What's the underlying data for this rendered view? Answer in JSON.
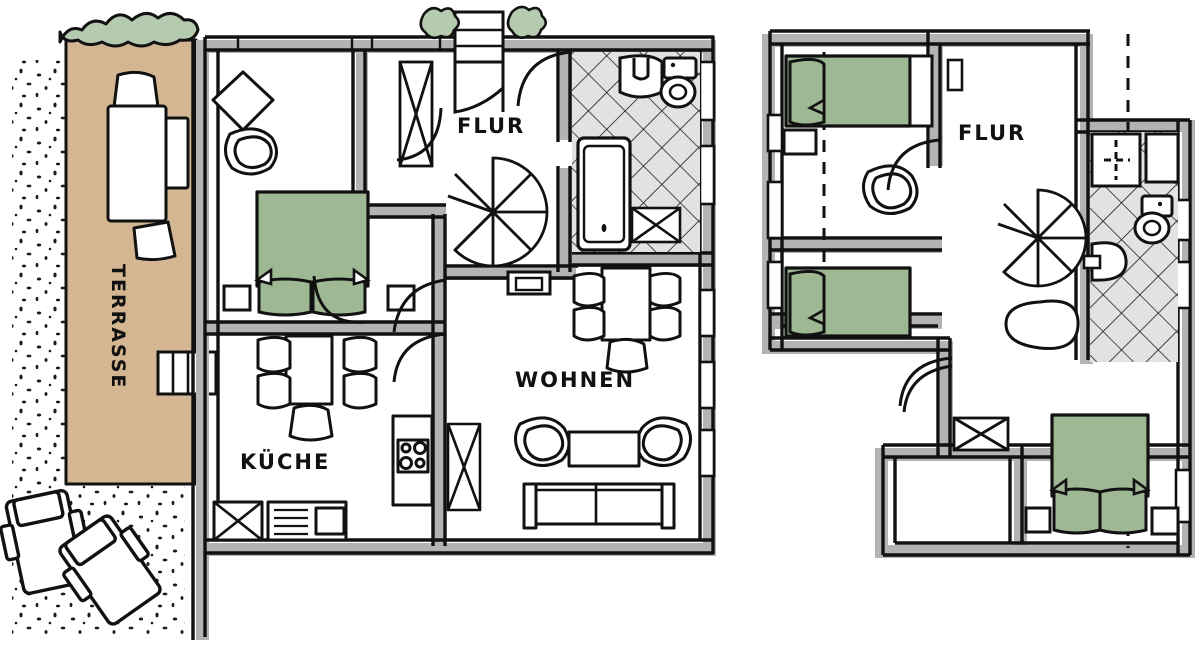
{
  "document": {
    "type": "architectural-floor-plan",
    "style": "hand-drawn sketch",
    "language": "de",
    "plans": [
      {
        "id": "ground-floor",
        "position": "left"
      },
      {
        "id": "upper-floor",
        "position": "right"
      }
    ]
  },
  "colors": {
    "wall_fill": "#b3b3b3",
    "wall_outline": "#111111",
    "terrace_fill": "#d4b692",
    "hedge_fill": "#b5cbb0",
    "bed_fill": "#9fb894",
    "tile_fill": "#e0e0e0",
    "paper": "#ffffff",
    "ink": "#111111"
  },
  "ground_floor": {
    "labels": {
      "terrace": "TERRASSE",
      "hall": "FLUR",
      "kitchen": "KÜCHE",
      "living": "WOHNEN"
    },
    "rooms": [
      {
        "name": "TERRASSE",
        "kind": "terrace",
        "furniture": [
          "lounger",
          "side-table",
          "stool"
        ]
      },
      {
        "name": "FLUR",
        "kind": "hall",
        "furniture": [
          "spiral-staircase",
          "entrance-door",
          "sideboard"
        ]
      },
      {
        "name": "KÜCHE",
        "kind": "kitchen",
        "furniture": [
          "dining-table",
          "chair",
          "chair",
          "chair",
          "chair",
          "chair",
          "stove-4-burner",
          "sink-counter",
          "cabinet"
        ]
      },
      {
        "name": "WOHNEN",
        "kind": "living-room",
        "furniture": [
          "dining-table",
          "chair",
          "chair",
          "chair",
          "chair",
          "chair",
          "armchair",
          "armchair",
          "coffee-table",
          "sofa"
        ]
      },
      {
        "name": "bedroom",
        "kind": "bedroom",
        "furniture": [
          "double-bed",
          "nightstand",
          "nightstand",
          "armchair",
          "diamond-table"
        ]
      },
      {
        "name": "bathroom",
        "kind": "bathroom",
        "furniture": [
          "bathtub",
          "sink",
          "toilet",
          "tiled-floor"
        ]
      }
    ],
    "outdoor": [
      "hedge",
      "shrub",
      "shrub",
      "car",
      "car",
      "gravel-stipple",
      "entrance-steps"
    ]
  },
  "upper_floor": {
    "labels": {
      "hall": "FLUR"
    },
    "rooms": [
      {
        "name": "children-bedroom",
        "kind": "bedroom",
        "furniture": [
          "single-bed",
          "single-bed",
          "nightstand",
          "armchair",
          "roof-slope-line"
        ]
      },
      {
        "name": "FLUR",
        "kind": "hall",
        "furniture": [
          "spiral-staircase",
          "basin",
          "closet"
        ]
      },
      {
        "name": "bathroom",
        "kind": "bathroom",
        "furniture": [
          "shower",
          "toilet",
          "sink",
          "tiled-floor",
          "roof-slope-line"
        ]
      },
      {
        "name": "master-bedroom",
        "kind": "bedroom",
        "furniture": [
          "double-bed",
          "nightstand",
          "nightstand",
          "closet",
          "roof-slope-line"
        ]
      },
      {
        "name": "storage",
        "kind": "storage",
        "furniture": []
      }
    ]
  }
}
